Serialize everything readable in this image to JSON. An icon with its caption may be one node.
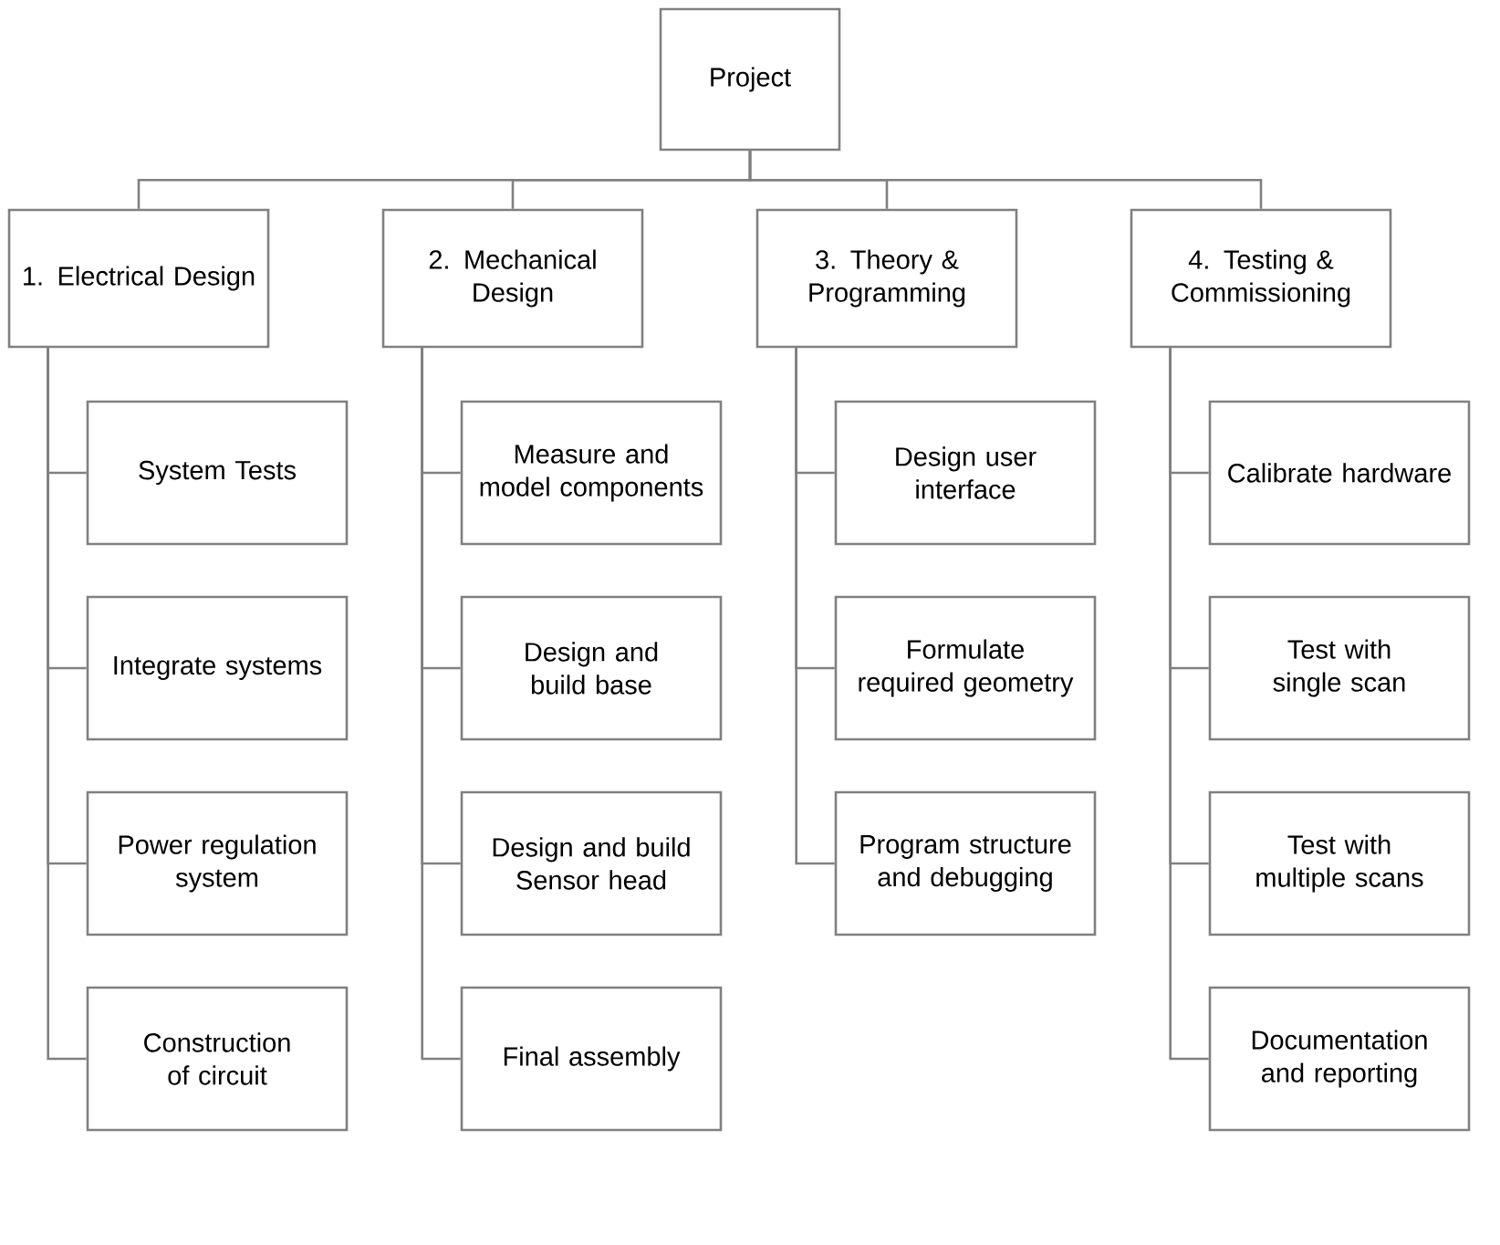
{
  "diagram": {
    "nodes": [
      {
        "text": [
          "Project"
        ]
      },
      {
        "text": [
          "1. Electrical Design"
        ]
      },
      {
        "text": [
          "System Tests"
        ]
      },
      {
        "text": [
          "Integrate systems"
        ]
      },
      {
        "text": [
          "Power regulation system"
        ]
      },
      {
        "text": [
          "Construction of circuit"
        ]
      },
      {
        "text": [
          "2. Mechanical Design"
        ]
      },
      {
        "text": [
          "Measure and model components"
        ]
      },
      {
        "text": [
          "Design and build base"
        ]
      },
      {
        "text": [
          "Design and build Sensor head"
        ]
      },
      {
        "text": [
          "Final assembly"
        ]
      },
      {
        "text": [
          "3. Theory & Programming"
        ]
      },
      {
        "text": [
          "Design user interface"
        ]
      },
      {
        "text": [
          "Formulate required geometry"
        ]
      },
      {
        "text": [
          "Program structure and debugging"
        ]
      },
      {
        "text": [
          "4. Testing & Commissioning"
        ]
      },
      {
        "text": [
          "Calibrate hardware"
        ]
      },
      {
        "text": [
          "Test with single scan"
        ]
      },
      {
        "text": [
          "Test with multiple scans"
        ]
      },
      {
        "text": [
          "Documentation and reporting"
        ]
      }
    ],
    "edges": [
      {
        "from": 0,
        "to": 1,
        "arrow": "none"
      },
      {
        "from": 0,
        "to": 6,
        "arrow": "none"
      },
      {
        "from": 0,
        "to": 11,
        "arrow": "none"
      },
      {
        "from": 0,
        "to": 15,
        "arrow": "none"
      },
      {
        "from": 1,
        "to": 2,
        "arrow": "none"
      },
      {
        "from": 1,
        "to": 3,
        "arrow": "none"
      },
      {
        "from": 1,
        "to": 4,
        "arrow": "none"
      },
      {
        "from": 1,
        "to": 5,
        "arrow": "none"
      },
      {
        "from": 6,
        "to": 7,
        "arrow": "none"
      },
      {
        "from": 6,
        "to": 8,
        "arrow": "none"
      },
      {
        "from": 6,
        "to": 9,
        "arrow": "none"
      },
      {
        "from": 6,
        "to": 10,
        "arrow": "none"
      },
      {
        "from": 11,
        "to": 12,
        "arrow": "none"
      },
      {
        "from": 11,
        "to": 13,
        "arrow": "none"
      },
      {
        "from": 11,
        "to": 14,
        "arrow": "none"
      },
      {
        "from": 15,
        "to": 16,
        "arrow": "none"
      },
      {
        "from": 15,
        "to": 17,
        "arrow": "none"
      },
      {
        "from": 15,
        "to": 18,
        "arrow": "none"
      },
      {
        "from": 15,
        "to": 19,
        "arrow": "none"
      }
    ]
  }
}
